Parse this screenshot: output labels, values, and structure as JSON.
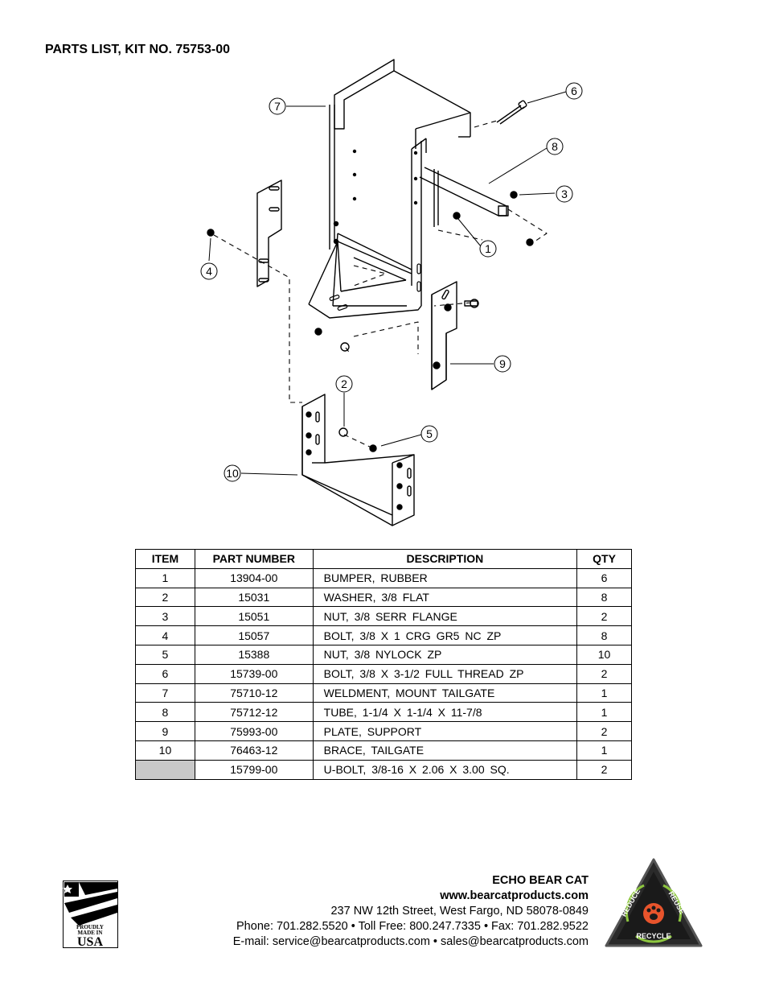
{
  "title": "PARTS LIST, KIT NO. 75753-00",
  "diagram": {
    "callouts": [
      "1",
      "2",
      "3",
      "4",
      "5",
      "6",
      "7",
      "8",
      "9",
      "10"
    ]
  },
  "table": {
    "headers": [
      "ITEM",
      "PART NUMBER",
      "DESCRIPTION",
      "QTY"
    ],
    "rows": [
      {
        "item": "1",
        "part": "13904-00",
        "desc": "BUMPER, RUBBER",
        "qty": "6"
      },
      {
        "item": "2",
        "part": "15031",
        "desc": "WASHER, 3/8 FLAT",
        "qty": "8"
      },
      {
        "item": "3",
        "part": "15051",
        "desc": "NUT, 3/8 SERR FLANGE",
        "qty": "2"
      },
      {
        "item": "4",
        "part": "15057",
        "desc": "BOLT, 3/8 X 1 CRG GR5 NC ZP",
        "qty": "8"
      },
      {
        "item": "5",
        "part": "15388",
        "desc": "NUT, 3/8 NYLOCK ZP",
        "qty": "10"
      },
      {
        "item": "6",
        "part": "15739-00",
        "desc": "BOLT, 3/8 X 3-1/2 FULL THREAD ZP",
        "qty": "2"
      },
      {
        "item": "7",
        "part": "75710-12",
        "desc": "WELDMENT, MOUNT TAILGATE",
        "qty": "1"
      },
      {
        "item": "8",
        "part": "75712-12",
        "desc": "TUBE, 1-1/4 X 1-1/4 X 11-7/8",
        "qty": "1"
      },
      {
        "item": "9",
        "part": "75993-00",
        "desc": "PLATE, SUPPORT",
        "qty": "2"
      },
      {
        "item": "10",
        "part": "76463-12",
        "desc": "BRACE, TAILGATE",
        "qty": "1"
      },
      {
        "item": "",
        "part": "15799-00",
        "desc": "U-BOLT, 3/8-16 X 2.06 X 3.00 SQ.",
        "qty": "2"
      }
    ]
  },
  "company": {
    "name": "ECHO BEAR CAT",
    "website": "www.bearcatproducts.com",
    "address": "237 NW 12th Street, West Fargo, ND 58078-0849",
    "phone_line": "Phone: 701.282.5520 • Toll Free: 800.247.7335 • Fax: 701.282.9522",
    "email_line": "E-mail: service@bearcatproducts.com • sales@bearcatproducts.com"
  },
  "logos": {
    "usa": {
      "top": "PROUDLY",
      "middle": "MADE IN",
      "bottom": "USA"
    },
    "recycle": {
      "left": "REDUCE",
      "right": "REUSE",
      "bottom": "RECYCLE"
    }
  }
}
